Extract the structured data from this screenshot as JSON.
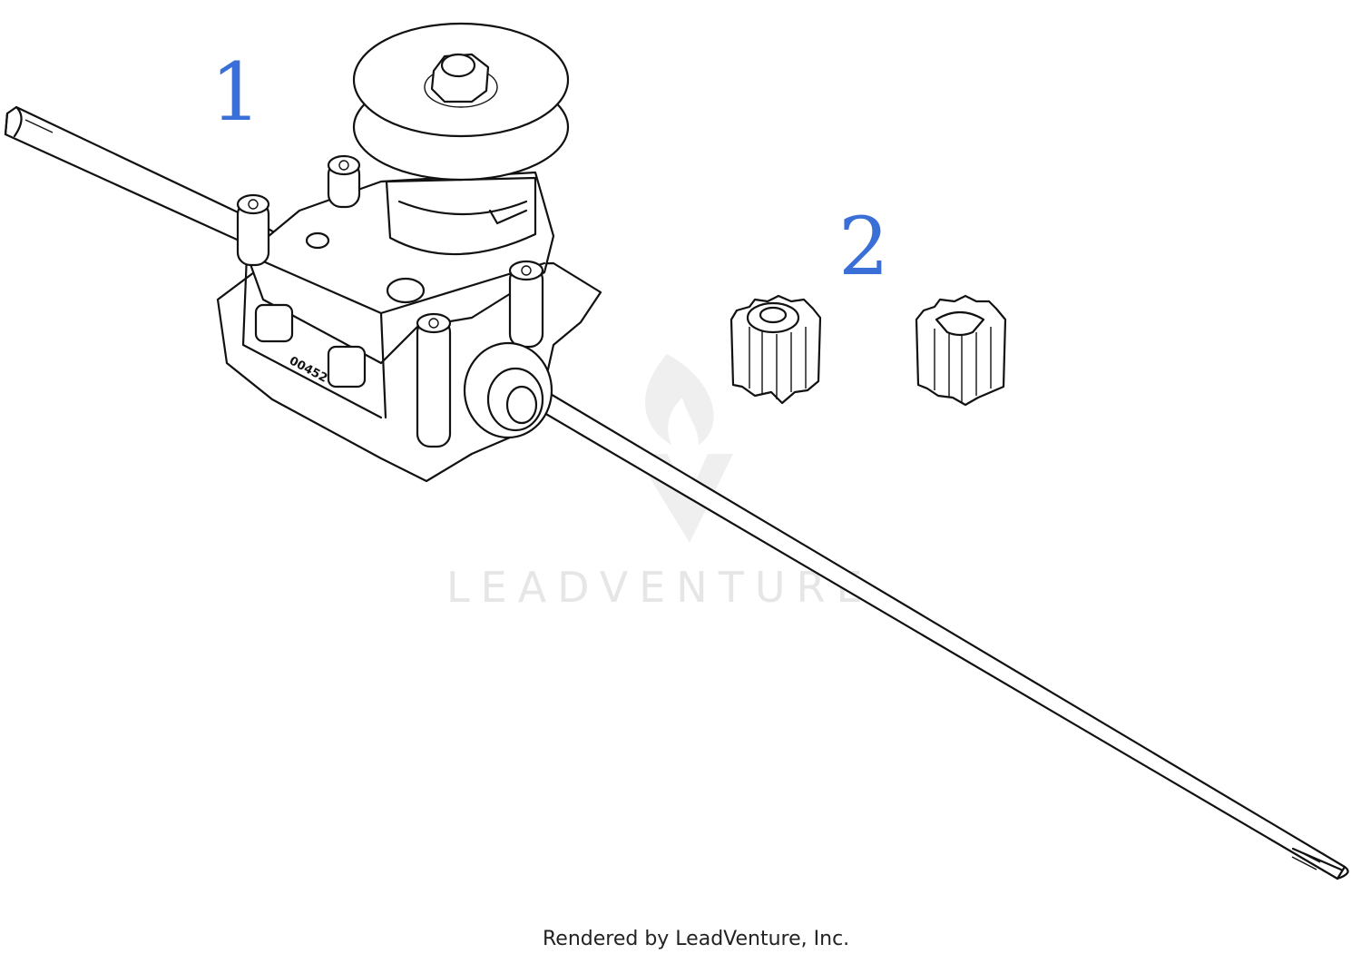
{
  "callouts": {
    "part_1": "1",
    "part_2": "2"
  },
  "watermark": {
    "text": "LEADVENTURE"
  },
  "footer": {
    "rendered_by": "Rendered by LeadVenture, Inc."
  },
  "gearbox": {
    "casting_mark": "00452"
  },
  "colors": {
    "callout": "#3b6fd8",
    "line": "#111111",
    "watermark": "#e6e6e6"
  }
}
